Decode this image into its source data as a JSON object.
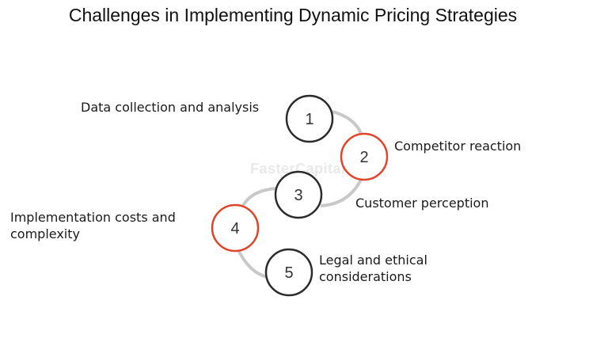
{
  "title": "Challenges in Implementing Dynamic Pricing Strategies",
  "watermark": "FasterCapital",
  "colors": {
    "default_ring": "#2b2b2b",
    "highlight_ring": "#e0452b",
    "connector": "#c8c8c8"
  },
  "steps": [
    {
      "number": "1",
      "label": "Data collection and analysis",
      "highlight": false
    },
    {
      "number": "2",
      "label": "Competitor reaction",
      "highlight": true
    },
    {
      "number": "3",
      "label": "Customer perception",
      "highlight": false
    },
    {
      "number": "4",
      "label": "Implementation costs and complexity",
      "highlight": true
    },
    {
      "number": "5",
      "label": "Legal and ethical considerations",
      "highlight": false
    }
  ]
}
